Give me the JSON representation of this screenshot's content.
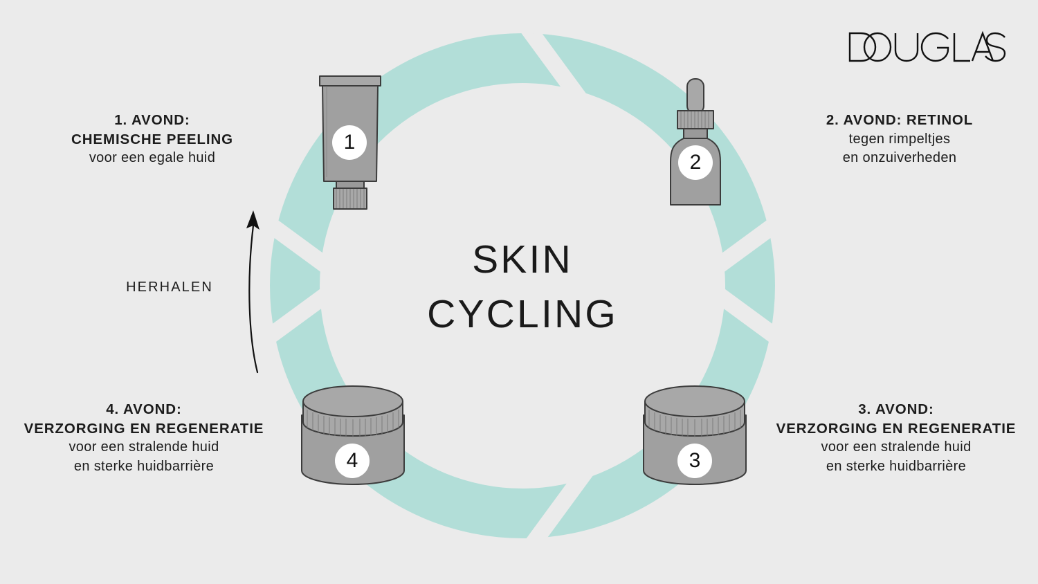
{
  "brand": {
    "name": "DOUGLAS"
  },
  "center": {
    "line1": "SKIN",
    "line2": "CYCLING"
  },
  "repeat": {
    "label": "HERHALEN"
  },
  "colors": {
    "background": "#ebebeb",
    "ring": "#b2ded8",
    "ring_gap": "#ebebeb",
    "product_fill": "#a0a0a0",
    "product_outline": "#3c3c3c",
    "text": "#1c1c1c",
    "badge_bg": "#ffffff"
  },
  "steps": [
    {
      "number": "1",
      "heading_line1": "1. AVOND:",
      "heading_line2": "CHEMISCHE PEELING",
      "sub_line1": "voor een egale huid",
      "sub_line2": "",
      "product": "tube-icon"
    },
    {
      "number": "2",
      "heading_line1": "2. AVOND: RETINOL",
      "heading_line2": "",
      "sub_line1": "tegen rimpeltjes",
      "sub_line2": "en onzuiverheden",
      "product": "dropper-bottle-icon"
    },
    {
      "number": "3",
      "heading_line1": "3. AVOND:",
      "heading_line2": "VERZORGING EN REGENERATIE",
      "sub_line1": "voor een stralende huid",
      "sub_line2": "en sterke huidbarrière",
      "product": "cream-jar-icon"
    },
    {
      "number": "4",
      "heading_line1": "4. AVOND:",
      "heading_line2": "VERZORGING EN REGENERATIE",
      "sub_line1": "voor een stralende huid",
      "sub_line2": "en sterke huidbarrière",
      "product": "cream-jar-icon"
    }
  ]
}
